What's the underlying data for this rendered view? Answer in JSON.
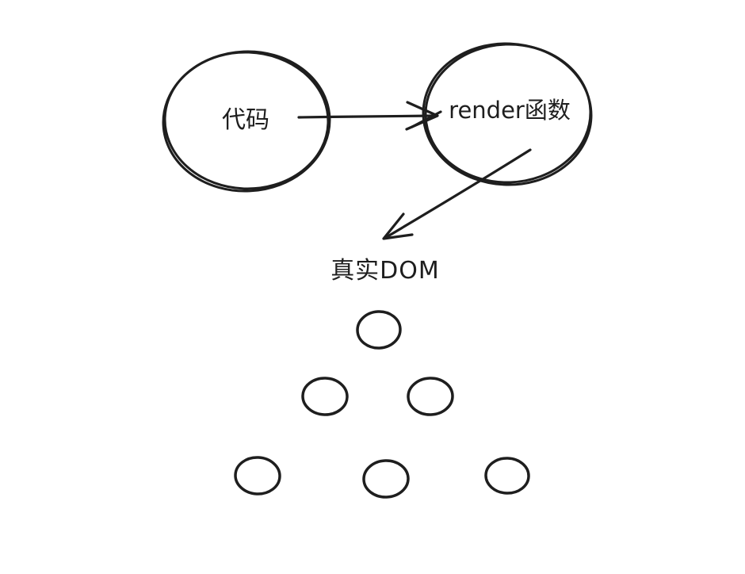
{
  "canvas": {
    "background_color": "#ffffff",
    "ink_color": "#1e1e1e"
  },
  "diagram": {
    "nodes": {
      "code": {
        "label": "代码",
        "shape": "ellipse"
      },
      "render_fn": {
        "label": "render函数",
        "shape": "ellipse"
      },
      "real_dom": {
        "label": "真实DOM",
        "shape": "text"
      }
    },
    "edges": [
      {
        "from": "代码",
        "to": "render函数",
        "style": "arrow-right"
      },
      {
        "from": "render函数",
        "to": "真实DOM",
        "style": "arrow-down-left"
      }
    ],
    "dom_tree": {
      "node_count": 6,
      "rows": [
        1,
        2,
        3
      ]
    }
  }
}
